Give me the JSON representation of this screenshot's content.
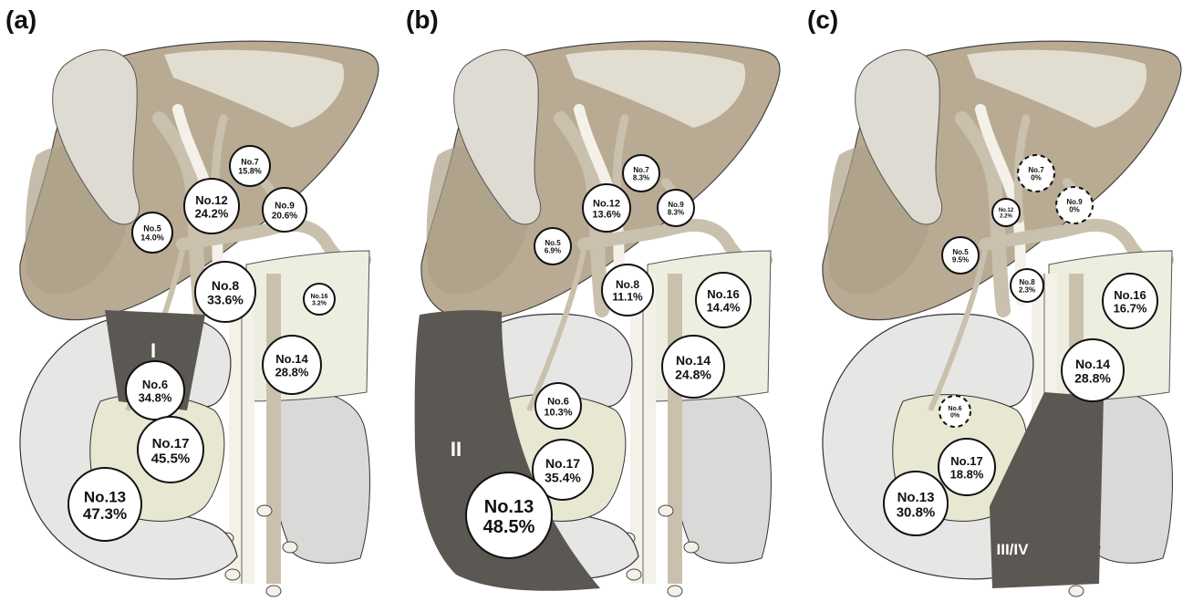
{
  "panels": [
    {
      "label": "(a)",
      "region_label": "I",
      "nodes": {
        "n7": [
          "No.7",
          "15.8%"
        ],
        "n12": [
          "No.12",
          "24.2%"
        ],
        "n9": [
          "No.9",
          "20.6%"
        ],
        "n5": [
          "No.5",
          "14.0%"
        ],
        "n8": [
          "No.8",
          "33.6%"
        ],
        "n16": [
          "No.16",
          "3.2%"
        ],
        "n14": [
          "No.14",
          "28.8%"
        ],
        "n6": [
          "No.6",
          "34.8%"
        ],
        "n17": [
          "No.17",
          "45.5%"
        ],
        "n13": [
          "No.13",
          "47.3%"
        ]
      }
    },
    {
      "label": "(b)",
      "region_label": "II",
      "nodes": {
        "n7": [
          "No.7",
          "8.3%"
        ],
        "n12": [
          "No.12",
          "13.6%"
        ],
        "n9": [
          "No.9",
          "8.3%"
        ],
        "n5": [
          "No.5",
          "6.9%"
        ],
        "n8": [
          "No.8",
          "11.1%"
        ],
        "n16": [
          "No.16",
          "14.4%"
        ],
        "n14": [
          "No.14",
          "24.8%"
        ],
        "n6": [
          "No.6",
          "10.3%"
        ],
        "n17": [
          "No.17",
          "35.4%"
        ],
        "n13": [
          "No.13",
          "48.5%"
        ]
      }
    },
    {
      "label": "(c)",
      "region_label": "III/IV",
      "nodes": {
        "n7": [
          "No.7",
          "0%"
        ],
        "n12": [
          "No.12",
          "2.2%"
        ],
        "n9": [
          "No.9",
          "0%"
        ],
        "n5": [
          "No.5",
          "9.5%"
        ],
        "n8": [
          "No.8",
          "2.3%"
        ],
        "n16": [
          "No.16",
          "16.7%"
        ],
        "n14": [
          "No.14",
          "28.8%"
        ],
        "n6": [
          "No.6",
          "0%"
        ],
        "n17": [
          "No.17",
          "18.8%"
        ],
        "n13": [
          "No.13",
          "30.8%"
        ]
      }
    }
  ],
  "colors": {
    "liver": "#b9ab93",
    "liver_highlight": "#e9e5dc",
    "gallbladder": "#dedbd2",
    "duodenum": "#e6e6e4",
    "pancreas_head": "#e8e7d2",
    "vessels": "#c9c1ad",
    "vessels_light": "#f3f1e8",
    "kidney": "#d9d9d7",
    "region_fill": "#5b5853",
    "node_fill": "#ffffff",
    "node_stroke": "#111111"
  }
}
